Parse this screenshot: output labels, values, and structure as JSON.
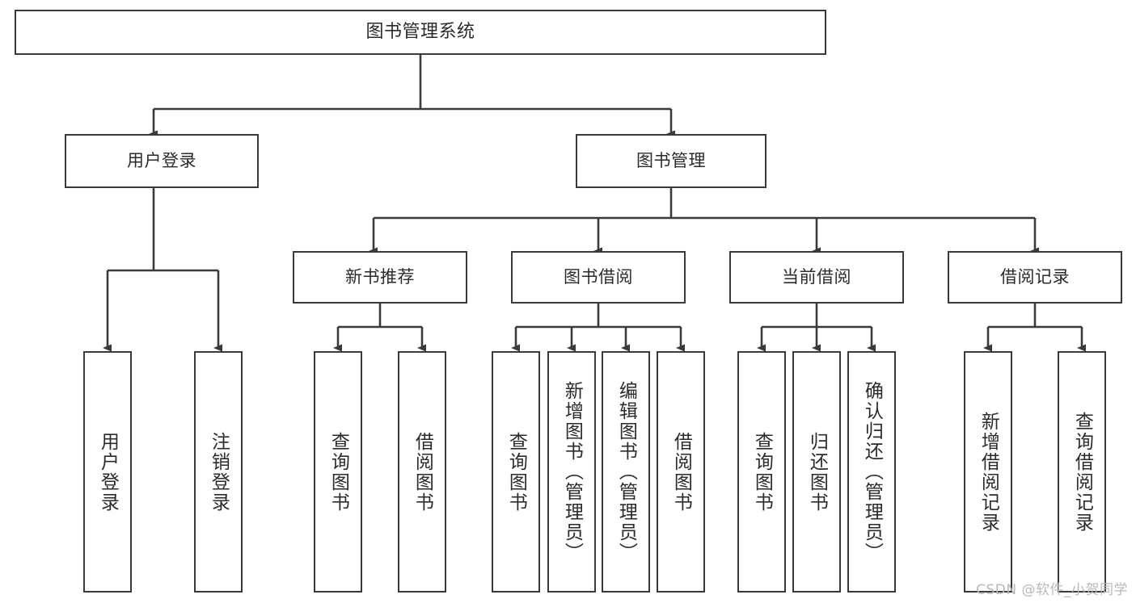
{
  "diagram": {
    "title_node": {
      "label": "图书管理系统"
    },
    "level2": [
      {
        "id": "user-login",
        "label": "用户登录"
      },
      {
        "id": "book-management",
        "label": "图书管理"
      }
    ],
    "level3": [
      {
        "id": "new-book-recommend",
        "label": "新书推荐"
      },
      {
        "id": "book-borrow",
        "label": "图书借阅"
      },
      {
        "id": "current-borrow",
        "label": "当前借阅"
      },
      {
        "id": "borrow-record",
        "label": "借阅记录"
      }
    ],
    "leaves": {
      "user_login": [
        {
          "id": "leaf-user-login",
          "label": "用户登录"
        },
        {
          "id": "leaf-logout-login",
          "label": "注销登录"
        }
      ],
      "new_book_recommend": [
        {
          "id": "leaf-query-book-1",
          "label": "查询图书"
        },
        {
          "id": "leaf-borrow-book-1",
          "label": "借阅图书"
        }
      ],
      "book_borrow": [
        {
          "id": "leaf-query-book-2",
          "label": "查询图书"
        },
        {
          "id": "leaf-add-book",
          "label": "新增图书（管理员）"
        },
        {
          "id": "leaf-edit-book",
          "label": "编辑图书（管理员）"
        },
        {
          "id": "leaf-borrow-book-2",
          "label": "借阅图书"
        }
      ],
      "current_borrow": [
        {
          "id": "leaf-query-book-3",
          "label": "查询图书"
        },
        {
          "id": "leaf-return-book",
          "label": "归还图书"
        },
        {
          "id": "leaf-confirm-return",
          "label": "确认归还（管理员）"
        }
      ],
      "borrow_record": [
        {
          "id": "leaf-add-record",
          "label": "新增借阅记录"
        },
        {
          "id": "leaf-query-record",
          "label": "查询借阅记录"
        }
      ]
    }
  },
  "watermark": {
    "text": "CSDN @软件_小贺同学"
  },
  "colors": {
    "stroke": "#3a3a3a",
    "box_fill": "#ffffff",
    "text": "#2b2b2b",
    "watermark": "#b9b9b9",
    "background": "#ffffff"
  }
}
